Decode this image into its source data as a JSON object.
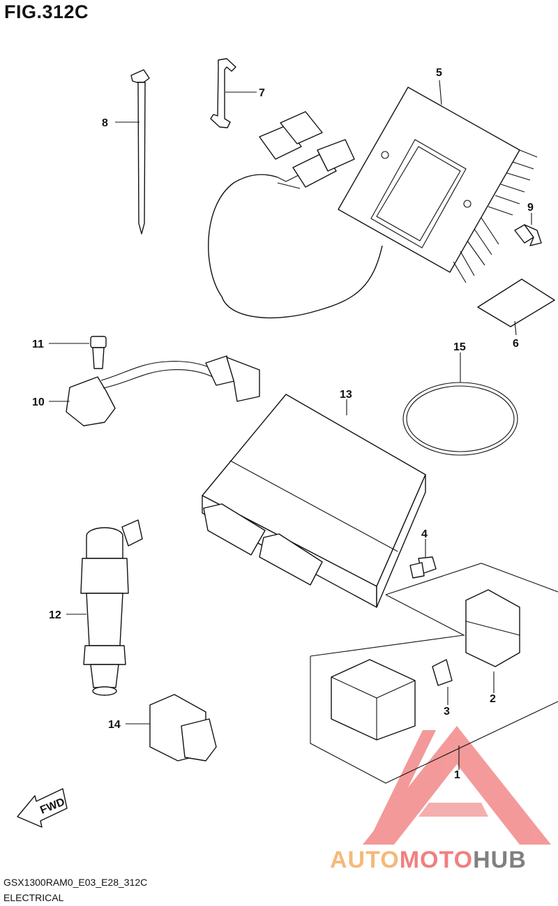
{
  "figure": {
    "title": "FIG.312C"
  },
  "callouts": [
    "1",
    "2",
    "3",
    "4",
    "5",
    "6",
    "7",
    "8",
    "9",
    "10",
    "11",
    "12",
    "13",
    "14",
    "15"
  ],
  "fwd_label": "FWD",
  "footer": {
    "code": "GSX1300RAM0_E03_E28_312C",
    "group": "ELECTRICAL"
  },
  "watermark": {
    "part1": "AUTO",
    "part2": "MOTO",
    "part3": "HUB",
    "colors": {
      "auto": "#f5b97a",
      "moto": "#f08080",
      "hub": "#808080",
      "triangle": "#ef6f6f"
    }
  }
}
